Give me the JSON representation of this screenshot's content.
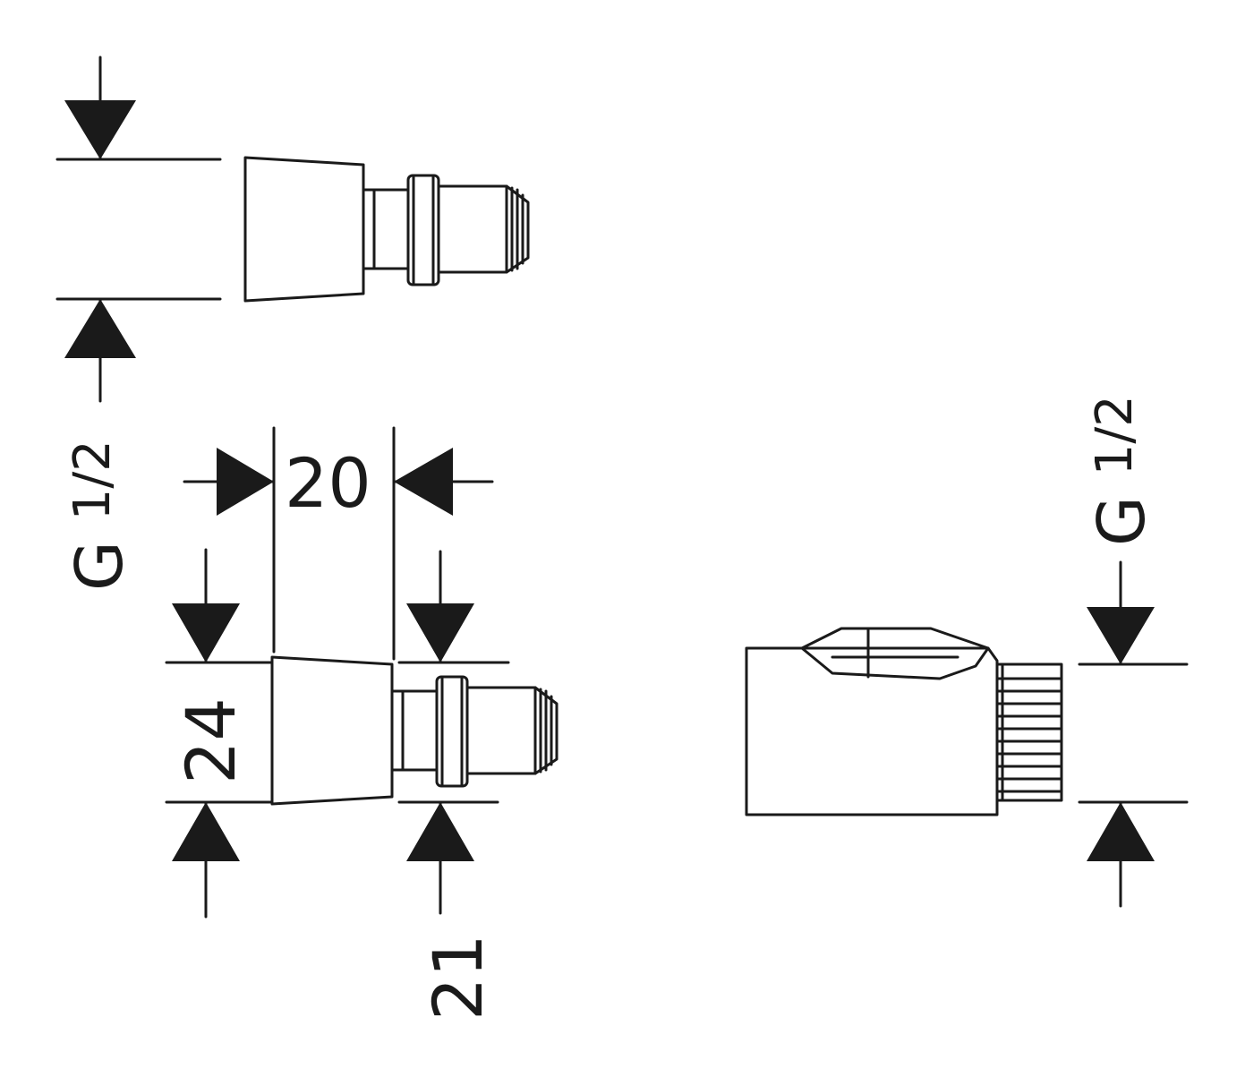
{
  "labels": {
    "thread_left": "G 1/2",
    "thread_left_main": "G ",
    "thread_left_frac": "1/2",
    "width": "20",
    "height": "24",
    "outer": "21",
    "thread_right_main": "G ",
    "thread_right_frac": "1/2"
  },
  "colors": {
    "ink": "#1a1a1a",
    "background": "#ffffff"
  }
}
